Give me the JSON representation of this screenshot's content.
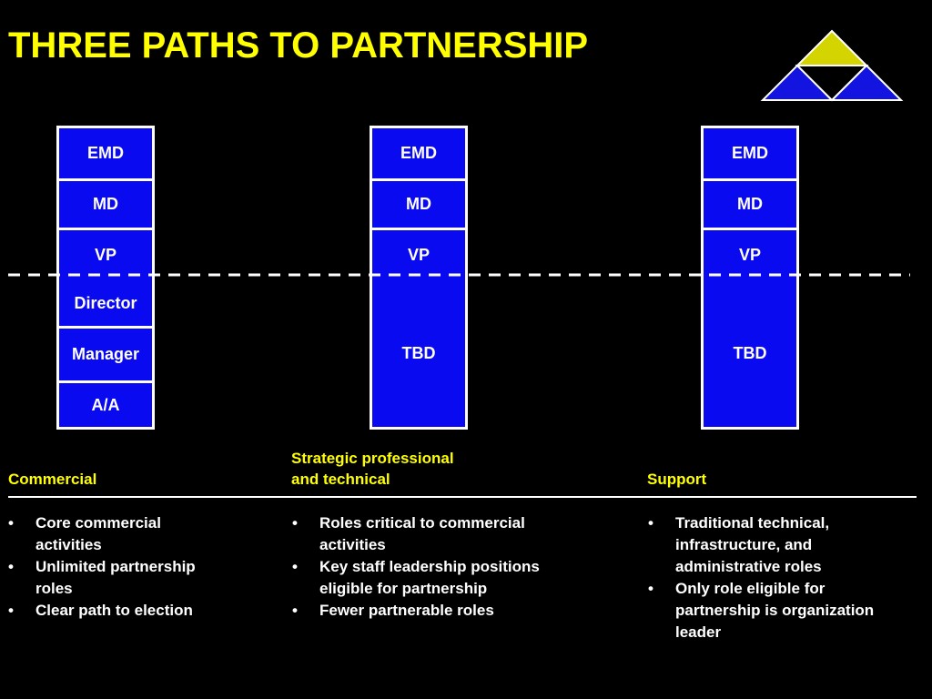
{
  "slide": {
    "title": "THREE PATHS TO PARTNERSHIP"
  },
  "colors": {
    "title": "#ffff00",
    "column_fill": "#0a0af0",
    "logo_top": "#d4d400",
    "logo_bottom": "#1414e0",
    "background": "#000000"
  },
  "columns": [
    {
      "cells": [
        "EMD",
        "MD",
        "VP",
        "Director",
        "Manager",
        "A/A"
      ]
    },
    {
      "cells": [
        "EMD",
        "MD",
        "VP",
        "TBD"
      ]
    },
    {
      "cells": [
        "EMD",
        "MD",
        "VP",
        "TBD"
      ]
    }
  ],
  "paths": [
    {
      "heading_lines": [
        "Commercial"
      ],
      "bullets": [
        [
          "Core commercial",
          "activities"
        ],
        [
          "Unlimited partnership",
          "roles"
        ],
        [
          "Clear path to election"
        ]
      ]
    },
    {
      "heading_lines": [
        "Strategic professional",
        "and technical"
      ],
      "bullets": [
        [
          "Roles critical to commercial",
          "activities"
        ],
        [
          "Key staff leadership positions",
          "eligible for partnership"
        ],
        [
          "Fewer partnerable roles"
        ]
      ]
    },
    {
      "heading_lines": [
        "Support"
      ],
      "bullets": [
        [
          "Traditional technical,",
          "infrastructure, and",
          "administrative roles"
        ],
        [
          "Only role eligible for",
          "partnership is organization",
          "leader"
        ]
      ]
    }
  ]
}
